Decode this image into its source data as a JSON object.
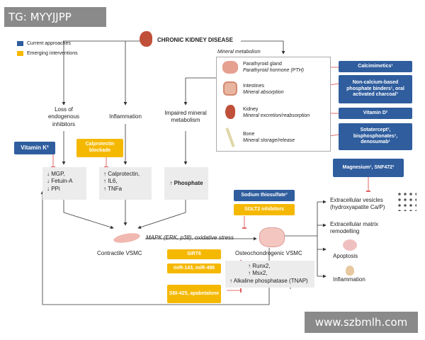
{
  "watermark_top": "TG: MYYJJPP",
  "watermark_bottom": "www.szbmlh.com",
  "legend": {
    "current": "Current approaches",
    "emerging": "Emerging interventions",
    "current_color": "#2f5d9e",
    "emerging_color": "#f5b800"
  },
  "title": "CHRONIC KIDNEY DISEASE",
  "mineral_metabolism": {
    "label": "Mineral metabolism",
    "items": [
      {
        "organ": "Parathyroid gland",
        "role": "Parathyroid hormone (PTH)",
        "icon": "parathyroid-icon"
      },
      {
        "organ": "Intestines",
        "role": "Mineral absorption",
        "icon": "intestine-icon"
      },
      {
        "organ": "Kidney",
        "role": "Mineral excretion/reabsorption",
        "icon": "kidney-icon"
      },
      {
        "organ": "Bone",
        "role": "Mineral storage/release",
        "icon": "bone-icon"
      }
    ]
  },
  "therapies_right": {
    "calcimimetics": "Calcimimetics¹",
    "binders": "Non-calcium-based phosphate binders¹, oral activated charcoal³",
    "vitamin_d": "Vitamin D²",
    "sotatercept": "Sotatercept³, bisphosphonates¹, denosumab¹",
    "magnesium": "Magnesium¹, SNF472³"
  },
  "branches": {
    "loss": "Loss of endogenous inhibitors",
    "inflammation": "Inflammation",
    "impaired": "Impaired mineral metabolism"
  },
  "vitamin_k": "Vitamin K²",
  "calprotectin_blockade": "Calprotectin blockade",
  "inhibitors_box": [
    "↓ MGP,",
    "↓ Fetuin-A",
    "↓ PPi"
  ],
  "inflammation_box": [
    "↑ Calprotectin,",
    "↑ IL6,",
    "↑ TNFa"
  ],
  "phosphate_box": "↑ Phosphate",
  "sodium_thiosulfate": "Sodium thiosulfate³",
  "sglt2": "SGLT2 inhibitors",
  "pathway": "MAPK (ERK, p38), oxidative stress",
  "contractile": "Contractile VSMC",
  "osteo": "Osteochondrogenic VSMC",
  "sirt6": "SIRT6",
  "mirs": "miR-143, miR-486",
  "sbi": "SBI-425, apabetalone",
  "markers": [
    "↑ Runx2,",
    "↑ Msx2,",
    "↑ Alkaline phosphatase (TNAP)"
  ],
  "outcomes": {
    "vesicles": "Extracellular vesicles (hydroxyapatite Ca/P)",
    "matrix": "Extracellular matrix remodelling",
    "apoptosis": "Apoptosis",
    "inflammation": "Inflammation"
  }
}
